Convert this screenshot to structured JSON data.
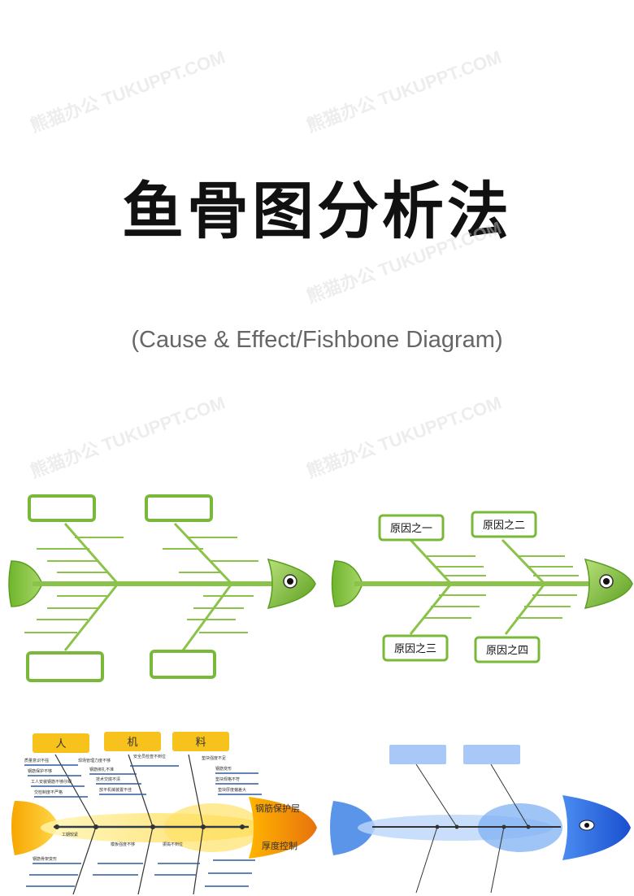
{
  "title": "鱼骨图分析法",
  "subtitle": "(Cause & Effect/Fishbone Diagram)",
  "watermark": "熊猫办公 TUKUPPT.COM",
  "diagram2": {
    "causes": [
      "原因之一",
      "原因之二",
      "原因之三",
      "原因之四"
    ]
  },
  "diagram3": {
    "categories": [
      "人",
      "机",
      "料"
    ],
    "effect_top": "钢筋保护层",
    "effect_bottom": "厚度控制",
    "notes_top_left": [
      "质量意识不强",
      "钢筋保护不够",
      "工人安装钢筋不够仔细",
      "交检制度不严格"
    ],
    "notes_top_mid": [
      "现场管理力度不够",
      "钢筋绑扎不准",
      "技术交底不清",
      "放平机械装置不佳",
      "安全员检查不到位"
    ],
    "notes_top_right": [
      "垫块强度不足",
      "钢筋变形",
      "垫块规格不符",
      "垫块厚度偏差大"
    ],
    "notes_bottom": [
      "工期较紧",
      "钢筋骨架变形",
      "模板强度不够",
      "振捣不到位"
    ]
  },
  "colors": {
    "green": "#8bc34a",
    "green_dark": "#5a9e1f",
    "yellow": "#f7c21b",
    "orange": "#f39c12",
    "blue": "#2f6fe0",
    "blue_light": "#9cc2f7"
  }
}
